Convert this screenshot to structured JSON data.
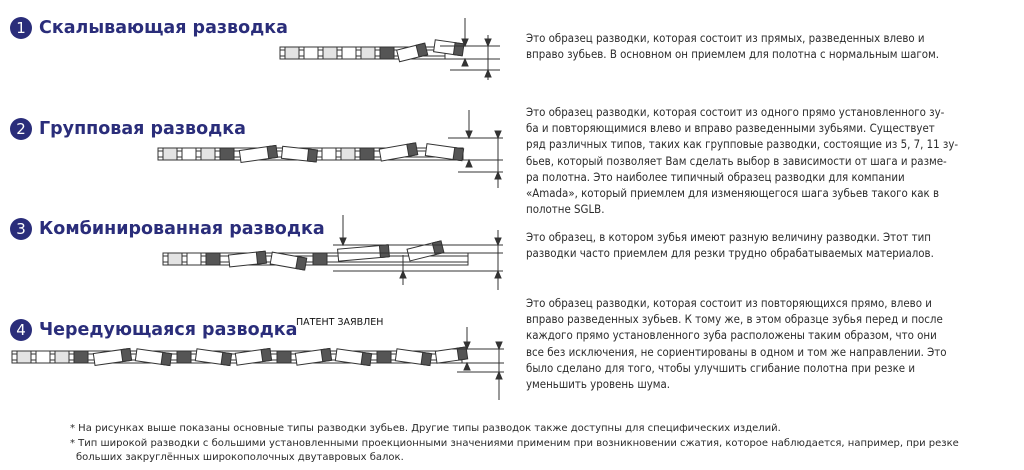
{
  "sections": [
    {
      "number": "1",
      "title": "Скалывающая разводка",
      "description": "Это образец разводки, которая состоит из прямых, разведенных влево и\nвправо зубьев. В основном он приемлем для полотна с нормальным шагом."
    },
    {
      "number": "2",
      "title": "Групповая разводка",
      "description": "Это образец разводки, которая состоит из одного прямо установленного зу-\nба и повторяющимися влево и вправо разведенными зубьями. Существует\nряд различных типов, таких как групповые разводки, состоящие из 5, 7, 11 зу-\nбьев, который позволяет Вам сделать выбор в зависимости от шага и разме-\nра полотна. Это наиболее типичный образец разводки для компании\n«Amada», который приемлем для изменяющегося шага зубьев такого как в\nполотне SGLB."
    },
    {
      "number": "3",
      "title": "Комбинированная разводка",
      "description": "Это образец, в котором зубья имеют разную величину разводки. Этот тип\nразводки часто приемлем для резки трудно обрабатываемых материалов."
    },
    {
      "number": "4",
      "title": "Чередующаяся разводка",
      "patent": "ПАТЕНТ ЗАЯВЛЕН",
      "description": "Это образец разводки, которая состоит из повторяющихся прямо, влево и\nвправо разведенных зубьев. К тому же, в этом образце зубья перед и после\nкаждого прямо установленного зуба расположены таким образом, что они\nвсе без исключения, не сориентированы в одном и том же направлении. Это\nбыло сделано для того, чтобы улучшить сгибание полотна при резке и\nуменьшить уровень шума."
    }
  ],
  "footnotes": [
    "* На рисунках выше показаны основные типы разводки зубьев. Другие типы разводок также доступны для специфических изделий.",
    "* Тип широкой разводки с большими установленными проекционными значениями применим при возникновении сжатия, которое наблюдается, например, при резке",
    "  больших закруглённых широкополочных двутавровых балок."
  ],
  "colors": {
    "title": "#2a2d7a",
    "number_badge": "#2a2d7a",
    "text": "#2b2b2b",
    "tooth_dark": "#555555",
    "tooth_light": "#d6d6d6"
  }
}
